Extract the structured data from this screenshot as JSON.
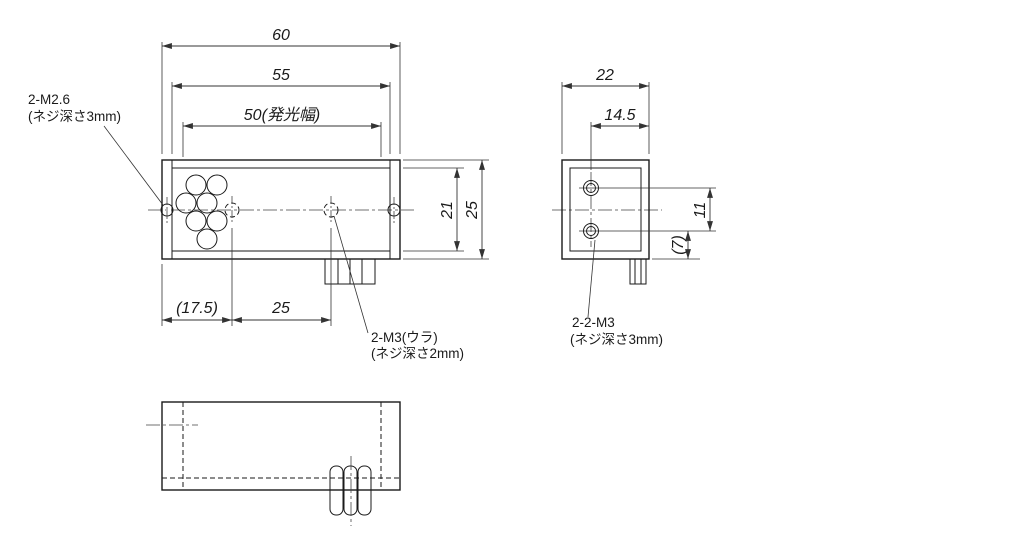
{
  "front_view": {
    "dim_width_outer": "60",
    "dim_width_mid": "55",
    "dim_width_emit": "50(発光幅)",
    "dim_height_inner": "21",
    "dim_height_outer": "25",
    "dim_hole_offset": "(17.5)",
    "dim_hole_pitch": "25",
    "label_screw_top_1": "2-M2.6",
    "label_screw_top_2": "(ネジ深さ3mm)",
    "label_screw_back_1": "2-M3(ウラ)",
    "label_screw_back_2": "(ネジ深さ2mm)"
  },
  "side_view": {
    "dim_depth": "22",
    "dim_hole_from_edge": "14.5",
    "dim_hole_pitch": "11",
    "dim_hole_bottom": "(7)",
    "label_screw_1": "2-2-M3",
    "label_screw_2": "(ネジ深さ3mm)"
  },
  "colors": {
    "line": "#1a1a1a",
    "background": "#ffffff"
  }
}
